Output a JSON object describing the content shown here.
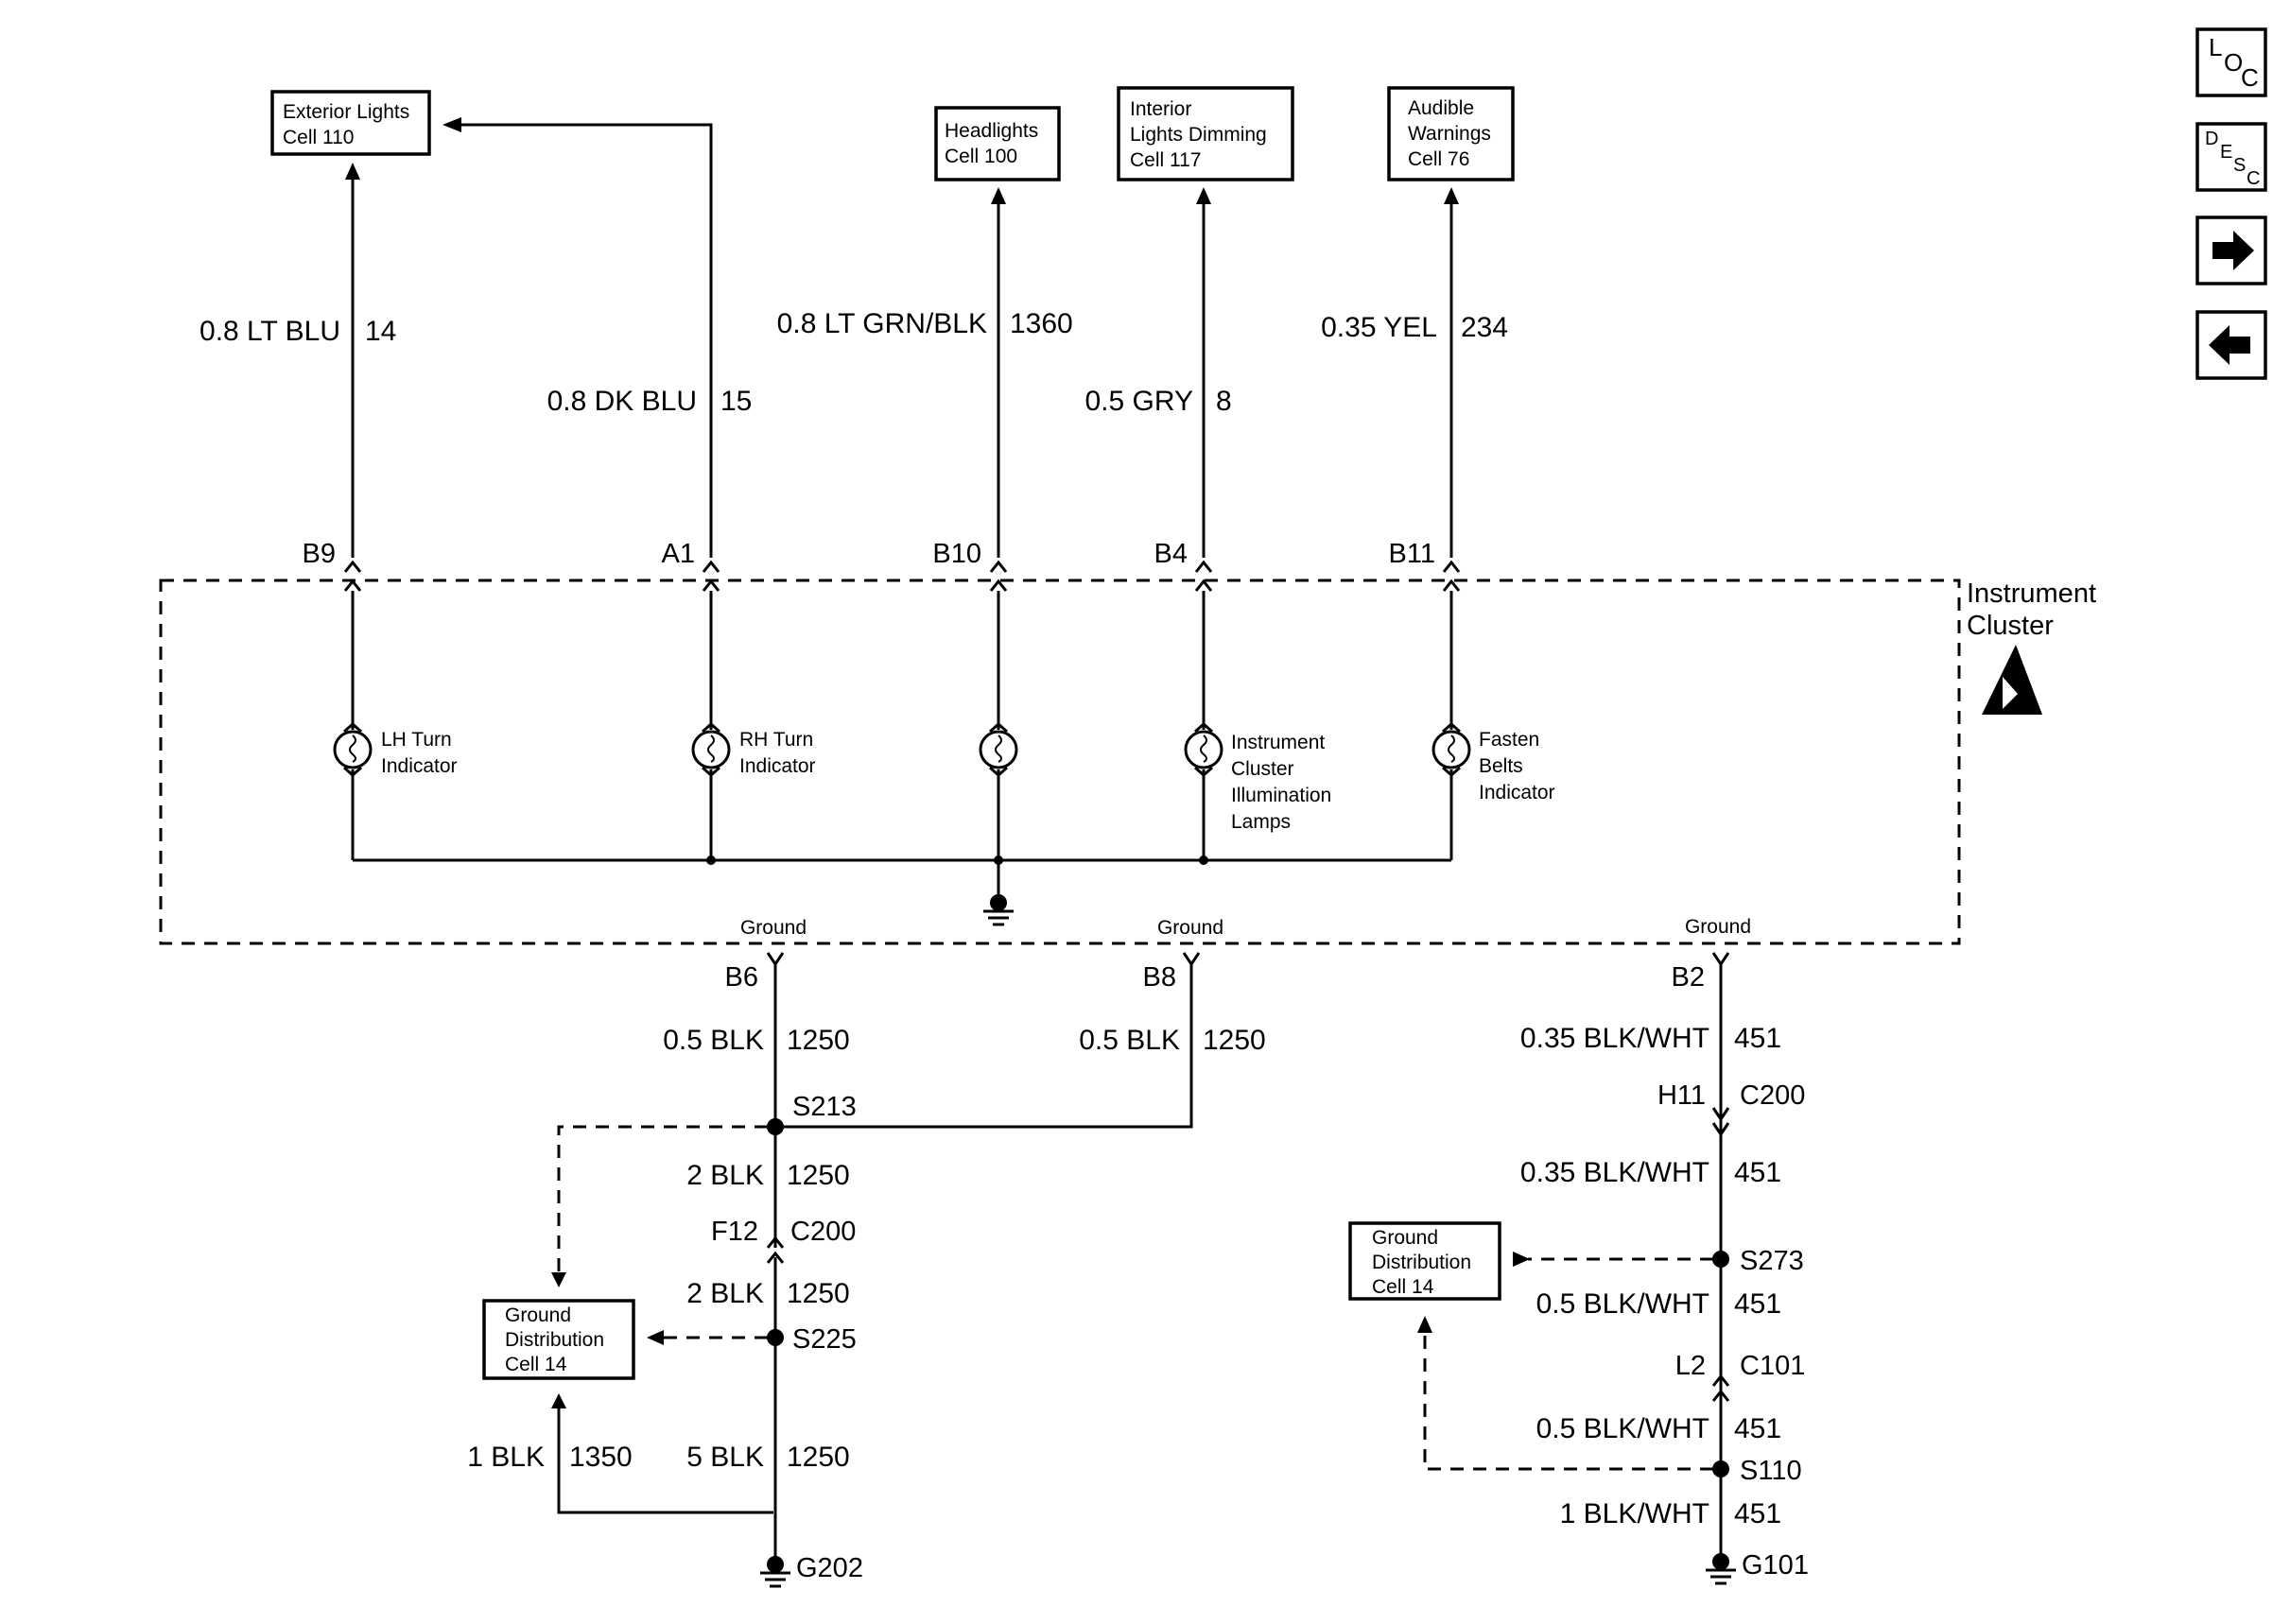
{
  "destinations": {
    "exterior_lights": [
      "Exterior Lights",
      "Cell 110"
    ],
    "headlights": [
      "Headlights",
      "Cell 100"
    ],
    "interior_dimming": [
      "Interior",
      "Lights Dimming",
      "Cell 117"
    ],
    "audible_warnings": [
      "Audible",
      "Warnings",
      "Cell 76"
    ],
    "ground_dist_left": [
      "Ground",
      "Distribution",
      "Cell 14"
    ],
    "ground_dist_right": [
      "Ground",
      "Distribution",
      "Cell 14"
    ]
  },
  "wires": {
    "b9_wire": {
      "gauge_color": "0.8 LT BLU",
      "circuit": "14"
    },
    "a1_wire": {
      "gauge_color": "0.8 DK BLU",
      "circuit": "15"
    },
    "b10_wire": {
      "gauge_color": "0.8 LT GRN/BLK",
      "circuit": "1360"
    },
    "b4_wire": {
      "gauge_color": "0.5 GRY",
      "circuit": "8"
    },
    "b11_wire": {
      "gauge_color": "0.35 YEL",
      "circuit": "234"
    },
    "b6_wire": {
      "gauge_color": "0.5 BLK",
      "circuit": "1250"
    },
    "b8_wire": {
      "gauge_color": "0.5 BLK",
      "circuit": "1250"
    },
    "s213_to_c200": {
      "gauge_color": "2 BLK",
      "circuit": "1250"
    },
    "c200_to_s225": {
      "gauge_color": "2 BLK",
      "circuit": "1250"
    },
    "ground_dist_to_g202": {
      "gauge_color": "1 BLK",
      "circuit": "1350"
    },
    "s225_to_g202": {
      "gauge_color": "5 BLK",
      "circuit": "1250"
    },
    "b2_wire": {
      "gauge_color": "0.35 BLK/WHT",
      "circuit": "451"
    },
    "c200_to_s273": {
      "gauge_color": "0.35 BLK/WHT",
      "circuit": "451"
    },
    "s273_to_c101": {
      "gauge_color": "0.5 BLK/WHT",
      "circuit": "451"
    },
    "c101_to_s110": {
      "gauge_color": "0.5 BLK/WHT",
      "circuit": "451"
    },
    "s110_to_g101": {
      "gauge_color": "1 BLK/WHT",
      "circuit": "451"
    }
  },
  "pins": {
    "b9": "B9",
    "a1": "A1",
    "b10": "B10",
    "b4": "B4",
    "b11": "B11",
    "b6": "B6",
    "b8": "B8",
    "b2": "B2"
  },
  "ground_pin_label": "Ground",
  "connectors": {
    "f12": "F12",
    "c200_left": "C200",
    "h11": "H11",
    "c200_right": "C200",
    "l2": "L2",
    "c101": "C101"
  },
  "splices": {
    "s213": "S213",
    "s225": "S225",
    "s273": "S273",
    "s110": "S110"
  },
  "grounds": {
    "g202": "G202",
    "g101": "G101"
  },
  "component": {
    "name": [
      "Instrument",
      "Cluster"
    ]
  },
  "lamps": {
    "lh_turn": [
      "LH Turn",
      "Indicator"
    ],
    "rh_turn": [
      "RH Turn",
      "Indicator"
    ],
    "illumination": [
      "Instrument",
      "Cluster",
      "Illumination",
      "Lamps"
    ],
    "fasten_belts": [
      "Fasten",
      "Belts",
      "Indicator"
    ]
  },
  "nav": {
    "loc": [
      "L",
      "O",
      "C"
    ],
    "desc": [
      "D",
      "E",
      "S",
      "C"
    ],
    "next_icon": "arrow-right-icon",
    "prev_icon": "arrow-left-icon"
  }
}
